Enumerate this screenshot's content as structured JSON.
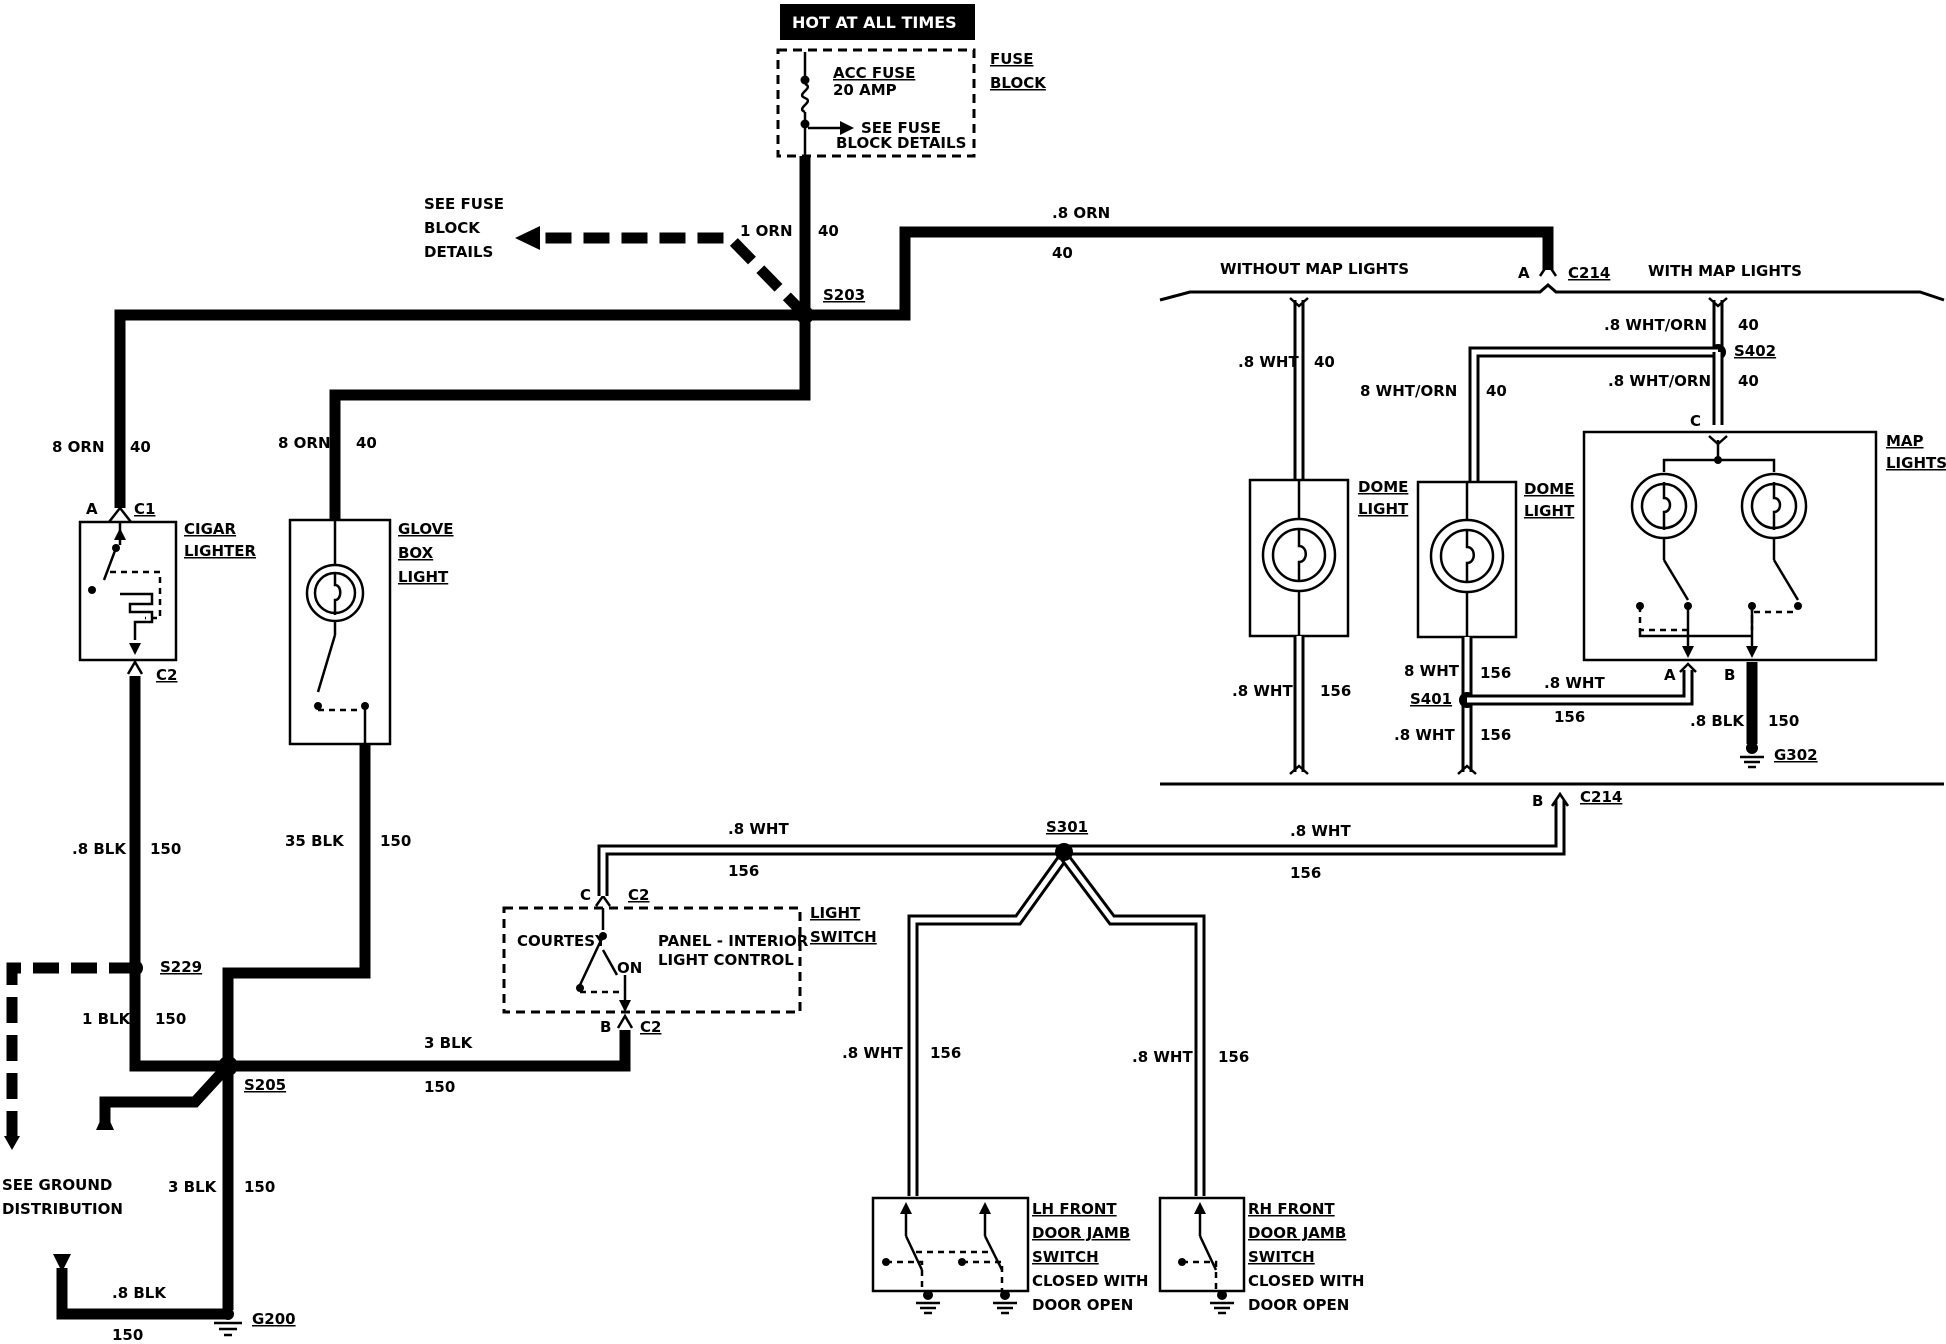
{
  "supply": {
    "hot_label": "HOT AT ALL TIMES"
  },
  "fuse_block": {
    "title_1": "FUSE",
    "title_2": "BLOCK",
    "fuse_name": "ACC FUSE",
    "fuse_rating": "20 AMP",
    "see_details_1": "SEE FUSE",
    "see_details_2": "BLOCK DETAILS"
  },
  "left_reference": {
    "line_1": "SEE FUSE",
    "line_2": "BLOCK",
    "line_3": "DETAILS"
  },
  "splices": {
    "s203": "S203",
    "s229": "S229",
    "s205": "S205",
    "s301": "S301",
    "s401": "S401",
    "s402": "S402"
  },
  "grounds": {
    "g200": "G200",
    "g302": "G302"
  },
  "wires": {
    "w1orn": "1 ORN",
    "c40a": "40",
    "w8orn_top": ".8 ORN",
    "c40b": "40",
    "w8orn_cig": "8 ORN",
    "c40c": "40",
    "w8orn_glove": "8 ORN",
    "c40d": "40",
    "w8blk_cig": ".8 BLK",
    "c150a": "150",
    "w35blk_glove": "35 BLK",
    "c150b": "150",
    "w1blk": "1 BLK",
    "c150c": "150",
    "w3blk_sw": "3 BLK",
    "c150d": "150",
    "w3blk_g200": "3 BLK",
    "c150e": "150",
    "w8blk_g200": ".8 BLK",
    "c150f": "150",
    "w8wht_left": ".8 WHT",
    "c156a": "156",
    "w8wht_right": ".8 WHT",
    "c156b": "156",
    "w8wht_lh": ".8 WHT",
    "c156c": "156",
    "w8wht_rh": ".8 WHT",
    "c156d": "156",
    "w8wht_dome1_top": ".8 WHT",
    "c40e": "40",
    "w8wht_dome1_bot": ".8 WHT",
    "c156e": "156",
    "w8whtorn_a": ".8 WHT/ORN",
    "c40f": "40",
    "w8whtorn_b": "8 WHT/ORN",
    "c40g": "40",
    "w8whtorn_c": ".8 WHT/ORN",
    "c40h": "40",
    "w8wht_s401_top": "8 WHT",
    "c156f": "156",
    "w8wht_s401_bot": ".8 WHT",
    "c156g": "156",
    "w8wht_map": ".8 WHT",
    "c156h": "156",
    "w8blk_map": ".8 BLK",
    "c150g": "150"
  },
  "connectors": {
    "c1_pin": "A",
    "c1": "C1",
    "c2_cig": "C2",
    "c214_top_pin": "A",
    "c214_top": "C214",
    "c214_bot_pin": "B",
    "c214_bot": "C214",
    "sw_top_pin": "C",
    "sw_top": "C2",
    "sw_bot_pin": "B",
    "sw_bot": "C2",
    "map_in_pin": "C",
    "map_a": "A",
    "map_b": "B"
  },
  "components": {
    "cigar": {
      "l1": "CIGAR",
      "l2": "LIGHTER"
    },
    "glove": {
      "l1": "GLOVE",
      "l2": "BOX",
      "l3": "LIGHT"
    },
    "dome1": {
      "l1": "DOME",
      "l2": "LIGHT"
    },
    "dome2": {
      "l1": "DOME",
      "l2": "LIGHT"
    },
    "map": {
      "l1": "MAP",
      "l2": "LIGHTS"
    },
    "light_switch": {
      "l1": "LIGHT",
      "l2": "SWITCH",
      "courtesy": "COURTESY",
      "on": "ON",
      "panel_1": "PANEL - INTERIOR",
      "panel_2": "LIGHT CONTROL"
    },
    "lh_jamb": {
      "l1": "LH FRONT",
      "l2": "DOOR JAMB",
      "l3": "SWITCH",
      "l4": "CLOSED WITH",
      "l5": "DOOR OPEN"
    },
    "rh_jamb": {
      "l1": "RH FRONT",
      "l2": "DOOR JAMB",
      "l3": "SWITCH",
      "l4": "CLOSED WITH",
      "l5": "DOOR OPEN"
    }
  },
  "options": {
    "without": "WITHOUT MAP LIGHTS",
    "with": "WITH MAP  LIGHTS"
  },
  "ground_ref": {
    "l1": "SEE GROUND",
    "l2": "DISTRIBUTION"
  }
}
